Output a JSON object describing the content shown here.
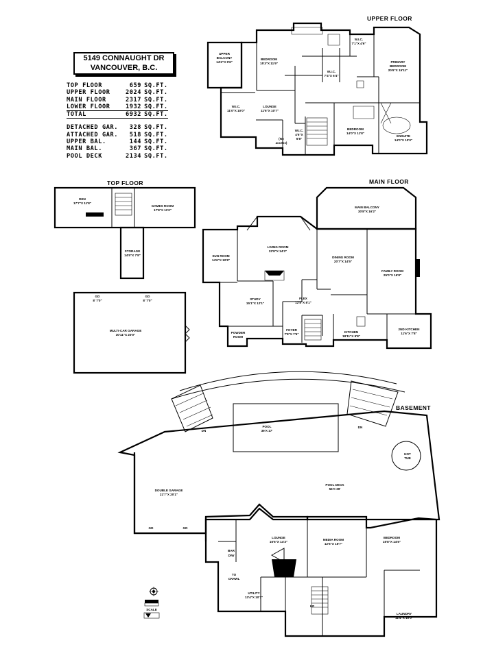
{
  "header": {
    "address_line1": "5149 CONNAUGHT DR",
    "address_line2": "VANCOUVER, B.C."
  },
  "areas": [
    {
      "label": "TOP FLOOR",
      "value": "659",
      "unit": "SQ.FT."
    },
    {
      "label": "UPPER FLOOR",
      "value": "2024",
      "unit": "SQ.FT."
    },
    {
      "label": "MAIN FLOOR",
      "value": "2317",
      "unit": "SQ.FT."
    },
    {
      "label": "LOWER FLOOR",
      "value": "1932",
      "unit": "SQ.FT."
    },
    {
      "label": "TOTAL",
      "value": "6932",
      "unit": "SQ.FT."
    }
  ],
  "extra_areas": [
    {
      "label": "DETACHED GAR.",
      "value": "328",
      "unit": "SQ.FT."
    },
    {
      "label": "ATTACHED GAR.",
      "value": "518",
      "unit": "SQ.FT."
    },
    {
      "label": "UPPER BAL.",
      "value": "144",
      "unit": "SQ.FT."
    },
    {
      "label": "MAIN BAL.",
      "value": "367",
      "unit": "SQ.FT."
    },
    {
      "label": "POOL DECK",
      "value": "2134",
      "unit": "SQ.FT."
    }
  ],
  "floors": {
    "upper": "UPPER FLOOR",
    "top": "TOP FLOOR",
    "main": "MAIN FLOOR",
    "basement": "BASEMENT"
  },
  "rooms": {
    "upper_balcony": [
      "UPPER",
      "BALCONY",
      "14'2\"X 9'6\""
    ],
    "upper_bedroom": [
      "BEDROOM",
      "15'3\"X 11'9\""
    ],
    "wic_top": [
      "W.I.C.",
      "7'1\"X 4'6\""
    ],
    "primary_bedroom": [
      "PRIMARY",
      "BEDROOM",
      "20'6\"X 15'11\""
    ],
    "wic_mid": [
      "W.I.C.",
      "7'4\"X 6'4\""
    ],
    "wic_left": [
      "W.I.C.",
      "11'0\"X 10'0\""
    ],
    "lounge_upper": [
      "LOUNGE",
      "11'6\"X 10'7\""
    ],
    "wic_small": [
      "W.I.C.",
      "4'6\"X",
      "6'8\""
    ],
    "bedroom_upper2": [
      "BEDROOM",
      "14'0\"X 11'8\""
    ],
    "ensuite": [
      "ENSUITE",
      "14'0\"X 10'0\""
    ],
    "no_access": [
      "(No",
      "access)"
    ],
    "den": [
      "DEN",
      "17'7\"X 11'8\""
    ],
    "games_room": [
      "GAMES ROOM",
      "17'8\"X 11'0\""
    ],
    "storage": [
      "STORAGE",
      "14'5\"X 7'8\""
    ],
    "multi_car_garage": [
      "MULTI-CAR GARAGE",
      "30'11\"X 20'0\""
    ],
    "gd1": "GD",
    "gd1_dim": "8' 7'0\"",
    "gd2": "GD",
    "gd2_dim": "8' 7'0\"",
    "main_balcony": [
      "MAIN BALCONY",
      "30'8\"X 16'2\""
    ],
    "sun_room": [
      "SUN ROOM",
      "14'6\"X 10'8\""
    ],
    "living_room": [
      "LIVING ROOM",
      "22'8\"X 14'3\""
    ],
    "dining_room": [
      "DINING ROOM",
      "20'7\"X 14'5\""
    ],
    "family_room": [
      "FAMILY ROOM",
      "25'0\"X 16'8\""
    ],
    "study": [
      "STUDY",
      "15'1\"X 12'1\""
    ],
    "flex": [
      "FLEX",
      "12'8\"X 8'1\""
    ],
    "kitchen": [
      "KITCHEN",
      "18'11\"X 9'8\""
    ],
    "second_kitchen": [
      "2ND KITCHEN",
      "11'6\"X 7'8\""
    ],
    "foyer": [
      "FOYER",
      "7'8\"X 7'6\""
    ],
    "powder": [
      "POWDER",
      "ROOM"
    ],
    "pool": [
      "POOL",
      "39'X 17'"
    ],
    "hot_tub": [
      "HOT",
      "TUB"
    ],
    "pool_deck": [
      "POOL DECK",
      "56'X 39'"
    ],
    "double_garage": [
      "DOUBLE GARAGE",
      "21'7\"X 20'1\""
    ],
    "gd3": "GD",
    "gd4": "GD",
    "lounge_lower": [
      "LOUNGE",
      "16'6\"X 14'3\""
    ],
    "media_room": [
      "MEDIA ROOM",
      "12'6\"X 16'7\""
    ],
    "bedroom_lower": [
      "BEDROOM",
      "15'8\"X 14'5\""
    ],
    "utility": [
      "UTILITY",
      "13'4\"X 10'7\""
    ],
    "laundry": [
      "LAUNDRY",
      "11'4\"X 10'0\""
    ],
    "to_crawl": [
      "TO",
      "CRAWL"
    ],
    "bar": "BAR",
    "dw": "D/W"
  },
  "stairs_dn": "DN",
  "stairs_up": "UP",
  "scale_label": "SCALE"
}
